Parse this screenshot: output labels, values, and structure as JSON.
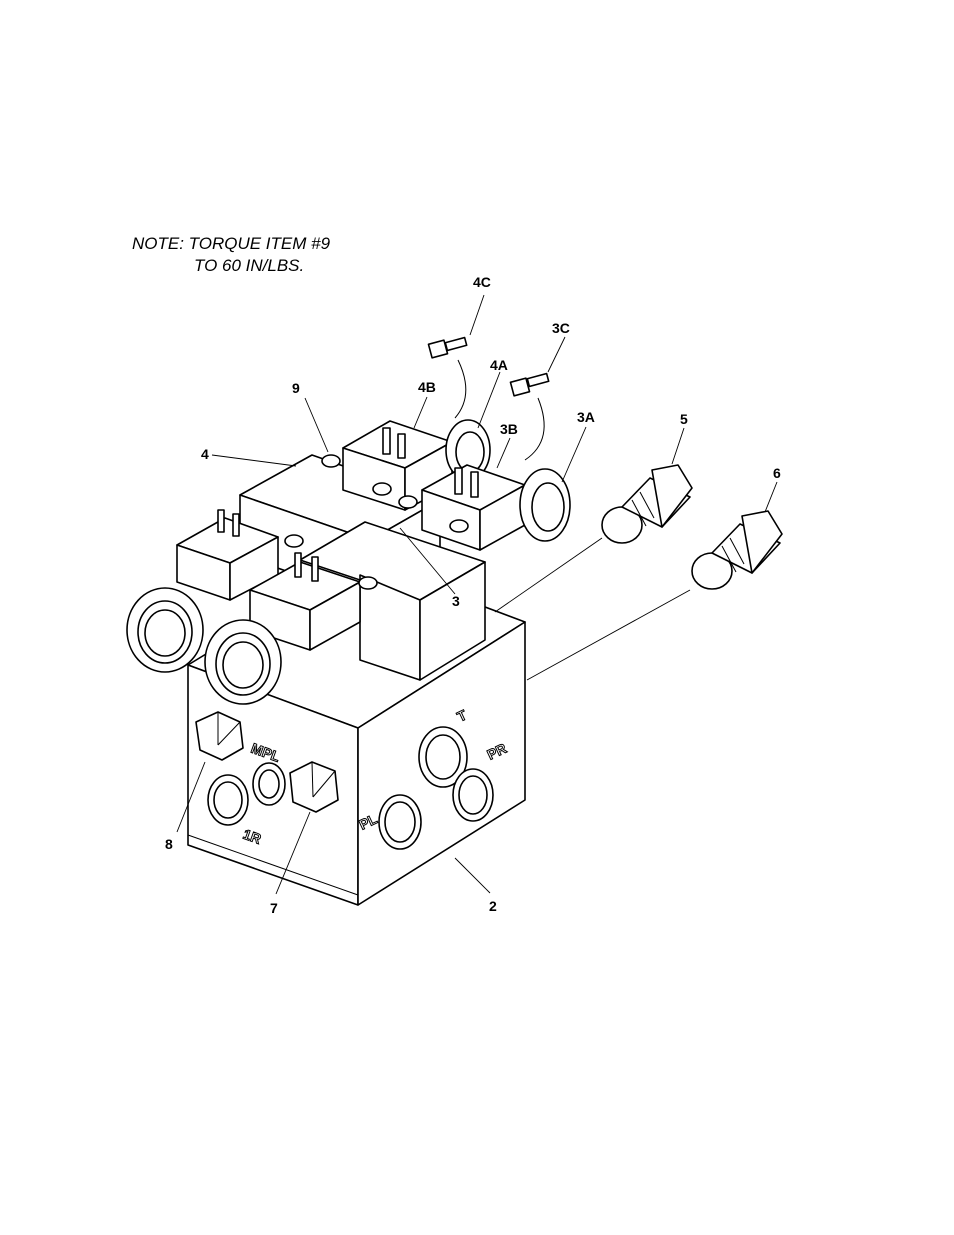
{
  "note": {
    "line1": "NOTE: TORQUE ITEM #9",
    "line2": "TO 60 IN/LBS."
  },
  "callouts": {
    "c4C": "4C",
    "c3C": "3C",
    "c4A": "4A",
    "c9": "9",
    "c4B": "4B",
    "c3B": "3B",
    "c3A": "3A",
    "c5": "5",
    "c6": "6",
    "c4": "4",
    "c3": "3",
    "c8": "8",
    "c7": "7",
    "c2": "2"
  },
  "ports": {
    "T": "T",
    "PR": "PR",
    "PL": "PL",
    "MPL": "MPL",
    "1R": "1R"
  }
}
